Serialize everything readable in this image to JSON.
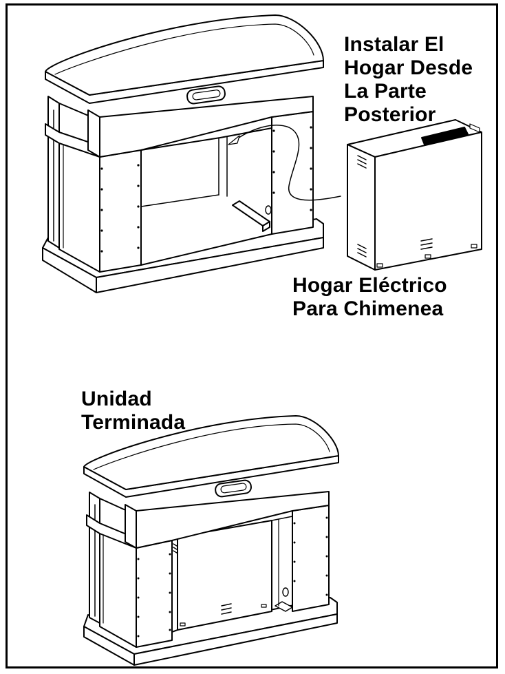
{
  "labels": {
    "install_from_rear": "Instalar El\nHogar Desde\nLa Parte\nPosterior",
    "electric_hearth": "Hogar Eléctrico\nPara Chimenea",
    "finished_unit": "Unidad\nTerminada"
  },
  "colors": {
    "ink": "#000000",
    "paper": "#ffffff"
  }
}
